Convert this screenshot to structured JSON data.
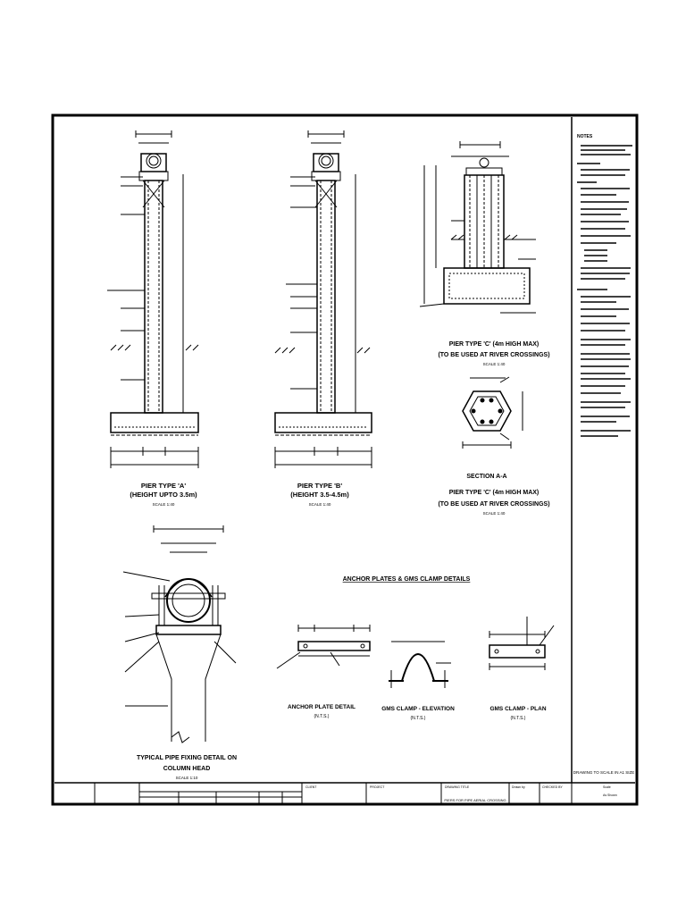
{
  "colors": {
    "ink": "#000000",
    "paper": "#ffffff"
  },
  "drawing": {
    "main_title": "ANCHOR PLATES & GMS CLAMP DETAILS",
    "views": {
      "pier_a": {
        "title": "PIER TYPE 'A'",
        "subtitle": "(HEIGHT UPTO 3.5m)",
        "scale": "SCALE 1:40"
      },
      "pier_b": {
        "title": "PIER TYPE 'B'",
        "subtitle": "(HEIGHT 3.5-4.5m)",
        "scale": "SCALE 1:40"
      },
      "pier_c": {
        "title": "PIER TYPE 'C' (4m HIGH MAX)",
        "subtitle": "(TO BE USED AT RIVER CROSSINGS)",
        "scale": "SCALE 1:40"
      },
      "section_aa": {
        "title": "SECTION A-A",
        "sub1": "PIER TYPE 'C' (4m HIGH MAX)",
        "sub2": "(TO BE USED AT RIVER CROSSINGS)",
        "scale": "SCALE 1:40"
      },
      "pipe_fixing": {
        "title": "TYPICAL PIPE FIXING DETAIL ON",
        "title2": "COLUMN HEAD",
        "scale": "SCALE 1:10"
      },
      "anchor_plate": {
        "title": "ANCHOR PLATE DETAIL",
        "scale": "(N.T.S.)"
      },
      "clamp_elev": {
        "title": "GMS CLAMP - ELEVATION",
        "scale": "(N.T.S.)"
      },
      "clamp_plan": {
        "title": "GMS CLAMP - PLAN",
        "scale": "(N.T.S.)"
      }
    },
    "notes_heading": "NOTES",
    "drawing_scale_note": "DRAWING TO SCALE IN A1 SIZE"
  },
  "title_block": {
    "client_label": "CLIENT",
    "project_label": "PROJECT",
    "drawing_title_label": "DRAWING TITLE",
    "drawing_title": "PIERS FOR PIPE AERIAL CROSSING",
    "drawn_by_label": "Drawn by",
    "checked_label": "CHECKED BY",
    "scale_label": "Scale",
    "scale_value": "As Shown"
  }
}
